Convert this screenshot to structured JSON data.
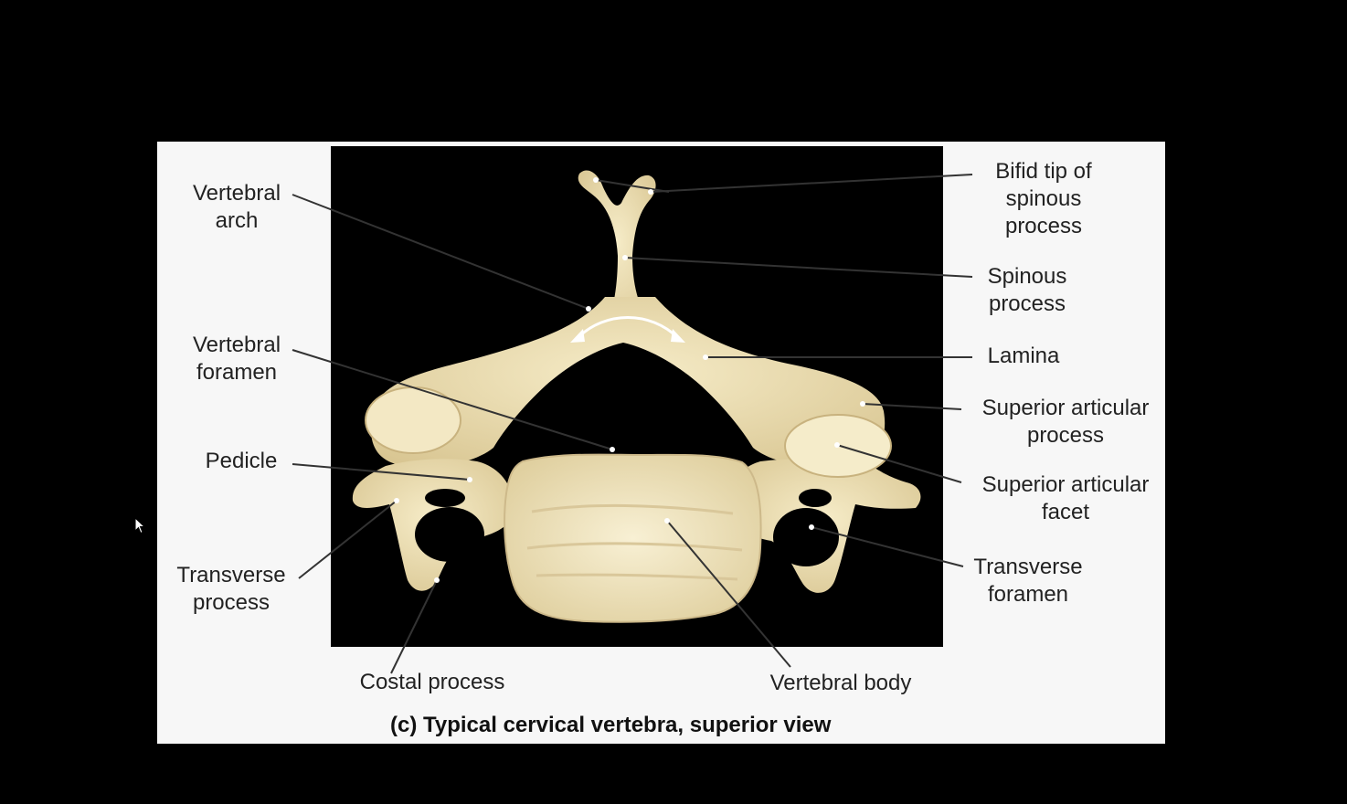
{
  "diagram": {
    "caption": "(c) Typical cervical vertebra, superior view",
    "labels": {
      "vertebral_arch": "Vertebral\narch",
      "vertebral_foramen": "Vertebral\nforamen",
      "pedicle": "Pedicle",
      "transverse_process": "Transverse\nprocess",
      "costal_process": "Costal process",
      "vertebral_body": "Vertebral body",
      "bifid_tip": "Bifid tip of\nspinous\nprocess",
      "spinous_process": "Spinous\nprocess",
      "lamina": "Lamina",
      "superior_articular_process": "Superior articular\nprocess",
      "superior_articular_facet": "Superior articular\nfacet",
      "transverse_foramen": "Transverse\nforamen"
    }
  },
  "colors": {
    "background": "#000000",
    "slide": "#f7f7f7",
    "bone": "#efe2b8",
    "bone_shadow": "#cdb98a",
    "leader_line": "#333333"
  },
  "icons": {
    "cursor": "mouse-pointer-icon"
  }
}
